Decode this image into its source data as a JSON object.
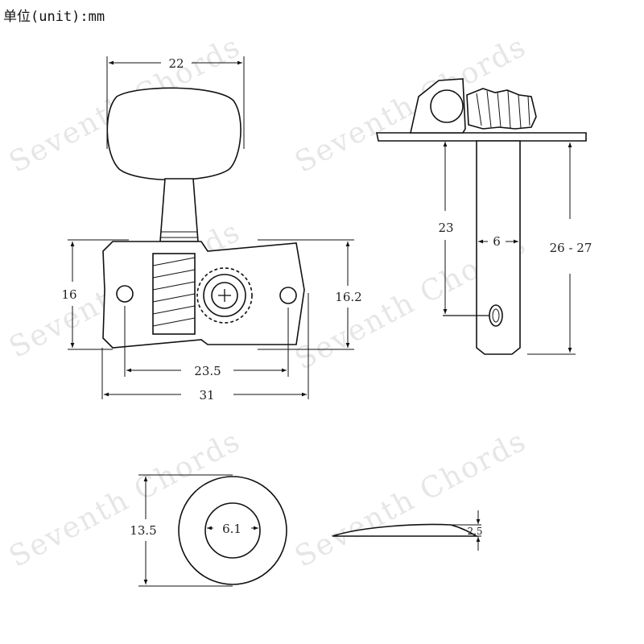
{
  "header": {
    "unit_label": "单位(unit):mm"
  },
  "watermark": {
    "text": "Seventh Chords",
    "color": "#e6e6e6"
  },
  "colors": {
    "line": "#111111",
    "background": "#ffffff"
  },
  "dimensions": {
    "button_width": "22",
    "plate_height_left": "16",
    "plate_height_right": "16.2",
    "hole_spacing": "23.5",
    "plate_length": "31",
    "post_length": "23",
    "post_diameter": "6",
    "total_post_length": "26 - 27",
    "washer_outer": "13.5",
    "washer_inner": "6.1",
    "washer_thickness": "2.5"
  }
}
